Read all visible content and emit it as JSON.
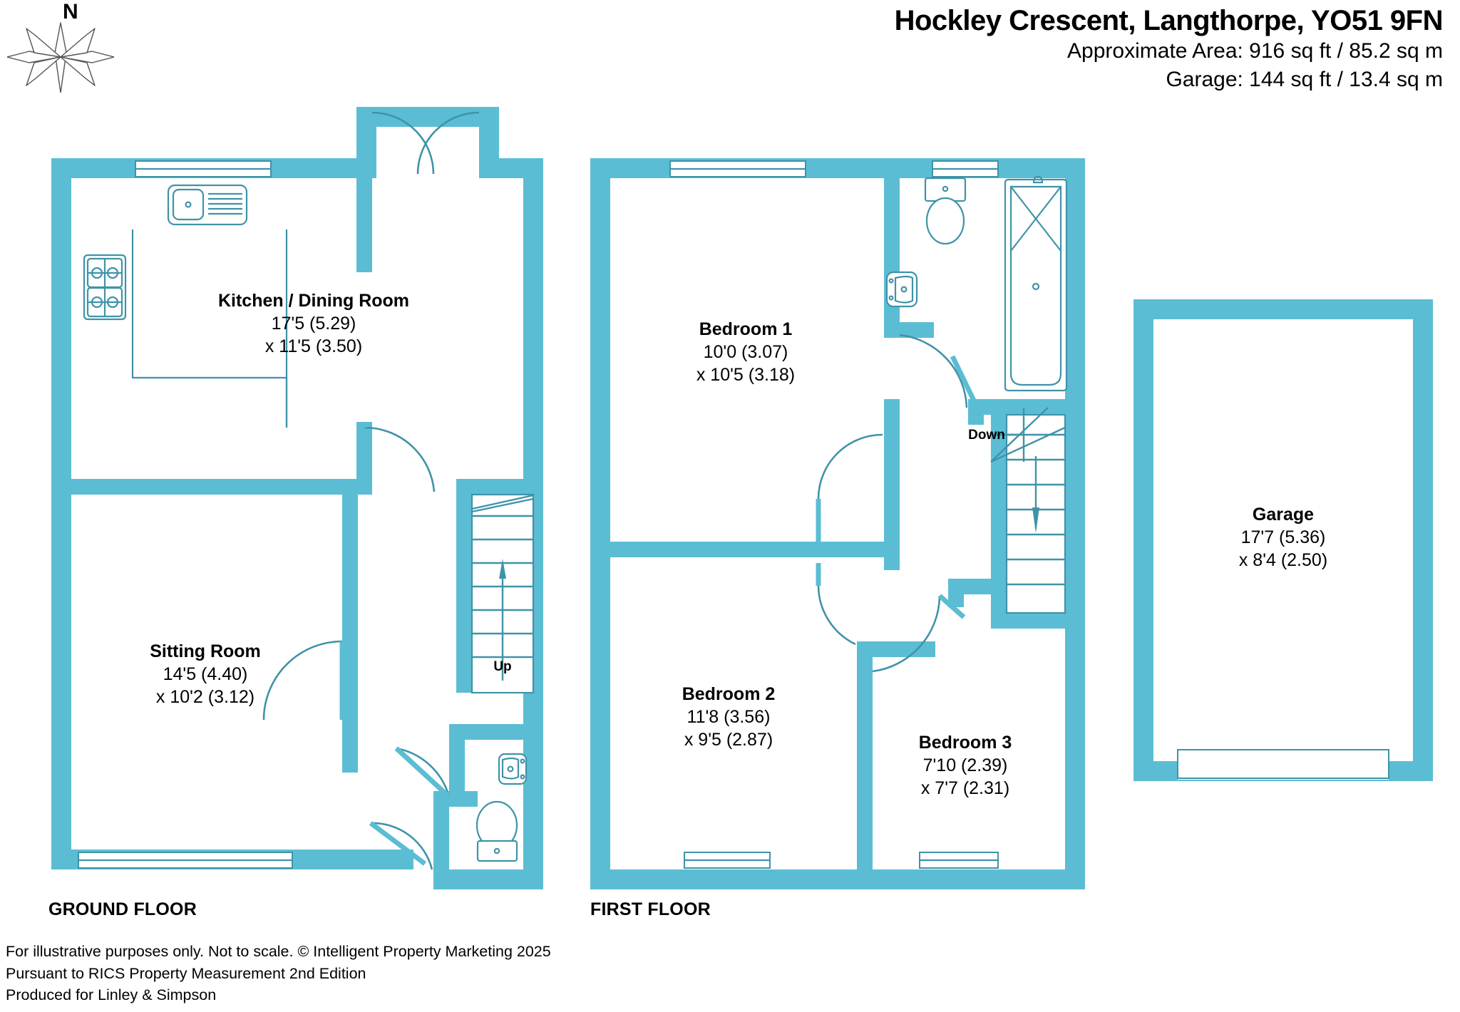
{
  "header": {
    "title": "Hockley Crescent, Langthorpe, YO51 9FN",
    "area_line": "Approximate Area: 916 sq ft / 85.2 sq m",
    "garage_line": "Garage: 144 sq ft / 13.4 sq m"
  },
  "compass": {
    "north_label": "N"
  },
  "colors": {
    "wall": "#5bbdd3",
    "fixture_stroke": "#3f93a8",
    "text": "#000000",
    "background": "#ffffff"
  },
  "floors": [
    {
      "id": "ground",
      "label": "GROUND FLOOR"
    },
    {
      "id": "first",
      "label": "FIRST FLOOR"
    }
  ],
  "rooms": [
    {
      "id": "kitchen-dining",
      "floor": "ground",
      "name": "Kitchen / Dining Room",
      "dim_imperial": "17'5 (5.29)",
      "dim_metric": "x 11'5 (3.50)"
    },
    {
      "id": "sitting-room",
      "floor": "ground",
      "name": "Sitting Room",
      "dim_imperial": "14'5 (4.40)",
      "dim_metric": "x 10'2 (3.12)"
    },
    {
      "id": "bedroom-1",
      "floor": "first",
      "name": "Bedroom 1",
      "dim_imperial": "10'0 (3.07)",
      "dim_metric": "x 10'5 (3.18)"
    },
    {
      "id": "bedroom-2",
      "floor": "first",
      "name": "Bedroom 2",
      "dim_imperial": "11'8 (3.56)",
      "dim_metric": "x 9'5 (2.87)"
    },
    {
      "id": "bedroom-3",
      "floor": "first",
      "name": "Bedroom 3",
      "dim_imperial": "7'10 (2.39)",
      "dim_metric": "x 7'7 (2.31)"
    },
    {
      "id": "garage",
      "floor": "garage",
      "name": "Garage",
      "dim_imperial": "17'7 (5.36)",
      "dim_metric": "x 8'4 (2.50)"
    }
  ],
  "stairs": [
    {
      "id": "ground-stair",
      "label": "Up",
      "direction": "up"
    },
    {
      "id": "first-stair",
      "label": "Down",
      "direction": "down"
    }
  ],
  "fixtures": [
    {
      "id": "kitchen-sink",
      "name": "sink-with-drainer",
      "floor": "ground"
    },
    {
      "id": "kitchen-hob",
      "name": "hob-four-burner",
      "floor": "ground"
    },
    {
      "id": "kitchen-worktop",
      "name": "worktop-run",
      "floor": "ground"
    },
    {
      "id": "wc-toilet",
      "name": "toilet",
      "floor": "ground"
    },
    {
      "id": "wc-basin",
      "name": "wash-basin",
      "floor": "ground"
    },
    {
      "id": "bath-toilet",
      "name": "toilet",
      "floor": "first"
    },
    {
      "id": "bath-basin",
      "name": "wash-basin",
      "floor": "first"
    },
    {
      "id": "bath-tub",
      "name": "bath-tub",
      "floor": "first"
    }
  ],
  "footer": {
    "line1": "For illustrative purposes only. Not to scale. © Intelligent Property Marketing 2025",
    "line2": "Pursuant to RICS Property Measurement 2nd Edition",
    "line3": "Produced for Linley & Simpson"
  }
}
